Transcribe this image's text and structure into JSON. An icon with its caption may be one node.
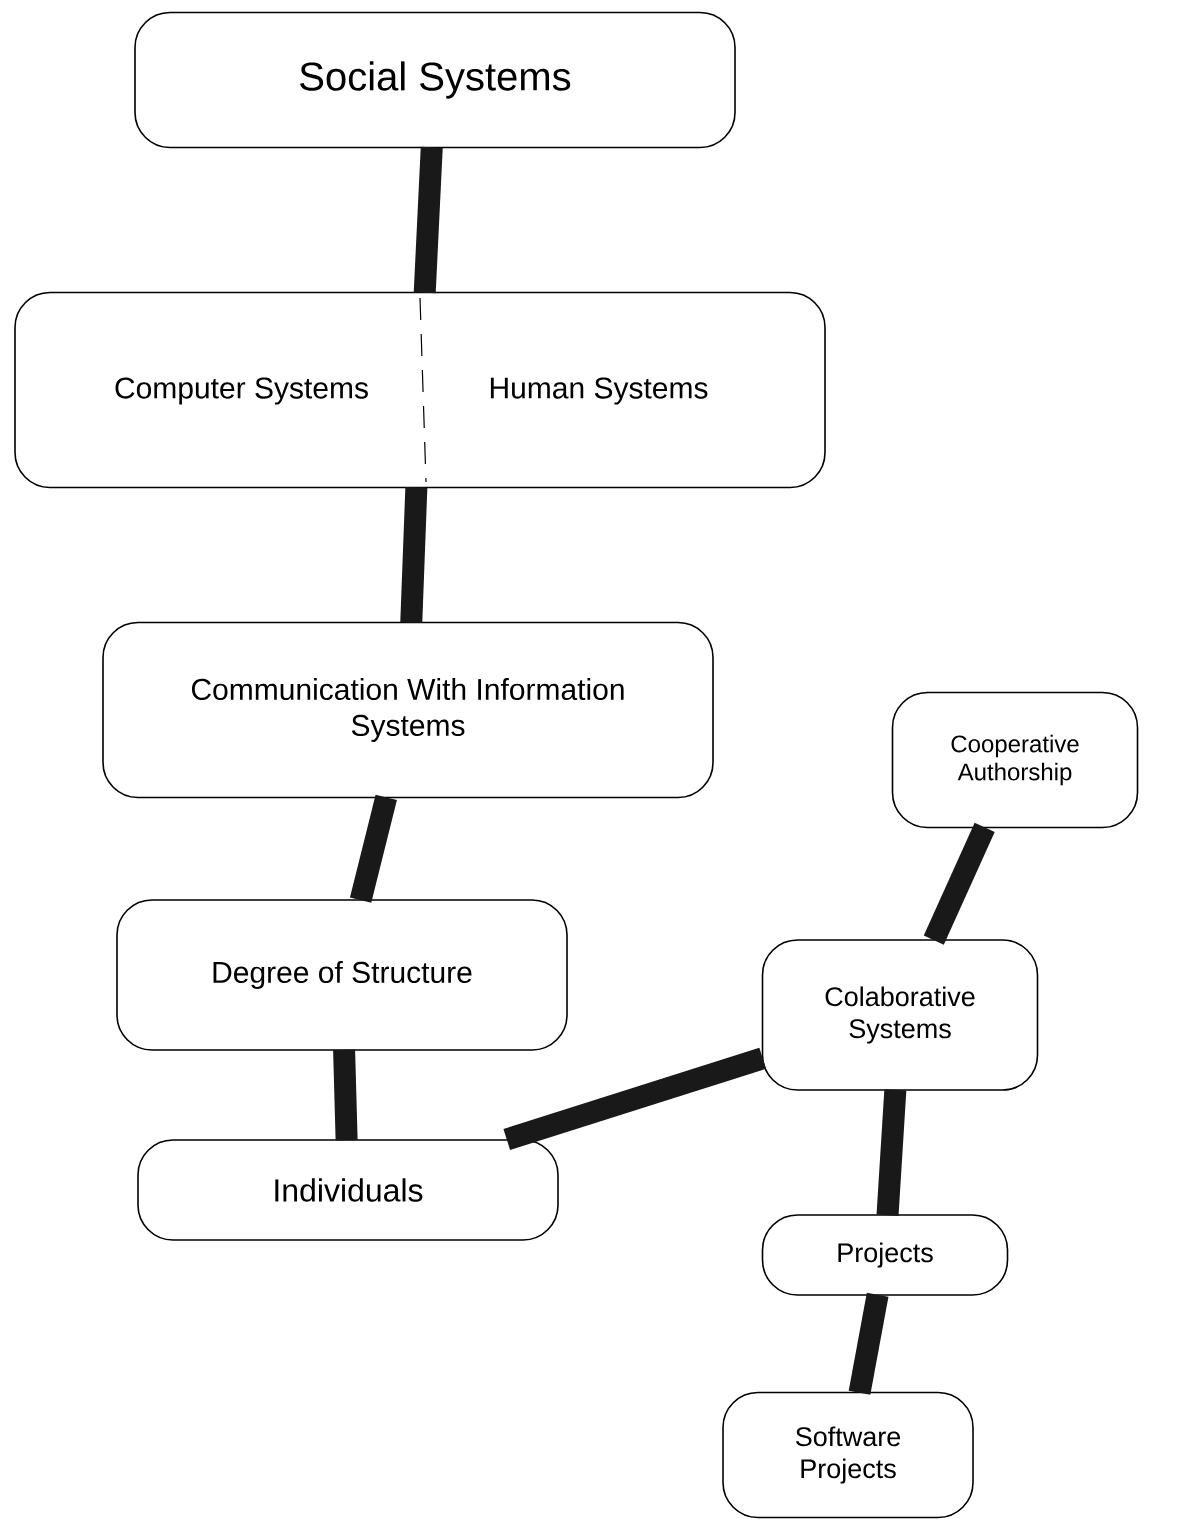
{
  "diagram": {
    "nodes": [
      {
        "text": [
          "Social Systems"
        ]
      },
      {
        "text": [
          "Computer Systems",
          "Human Systems"
        ]
      },
      {
        "text": [
          "Communication With Information Systems"
        ]
      },
      {
        "text": [
          "Cooperative Authorship"
        ]
      },
      {
        "text": [
          "Degree of Structure"
        ]
      },
      {
        "text": [
          "Colaborative Systems"
        ]
      },
      {
        "text": [
          "Individuals"
        ]
      },
      {
        "text": [
          "Projects"
        ]
      },
      {
        "text": [
          "Software Projects"
        ]
      }
    ],
    "edges": [
      {
        "from": 0,
        "to": 1,
        "arrow": "none"
      },
      {
        "from": 1,
        "to": 2,
        "arrow": "none"
      },
      {
        "from": 2,
        "to": 4,
        "arrow": "none"
      },
      {
        "from": 4,
        "to": 6,
        "arrow": "none"
      },
      {
        "from": 6,
        "to": 5,
        "arrow": "none"
      },
      {
        "from": 3,
        "to": 5,
        "arrow": "none"
      },
      {
        "from": 5,
        "to": 7,
        "arrow": "none"
      },
      {
        "from": 7,
        "to": 8,
        "arrow": "none"
      }
    ]
  }
}
